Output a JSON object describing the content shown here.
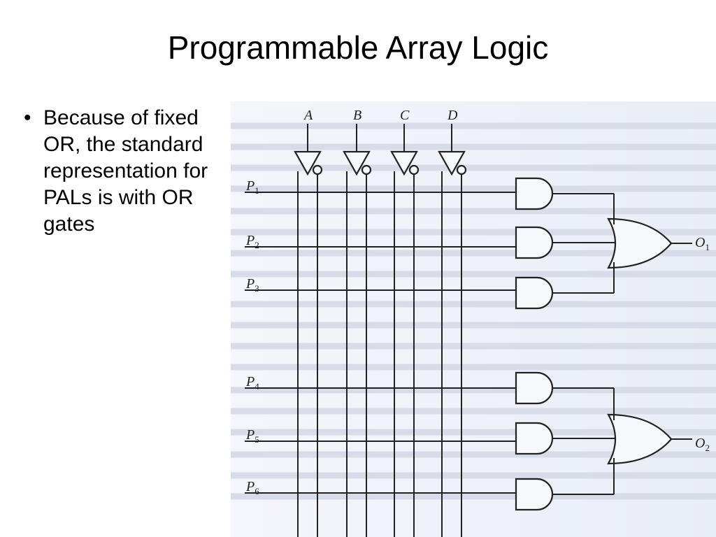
{
  "slide": {
    "title": "Programmable Array Logic",
    "bullets": [
      "Because of fixed OR, the standard representation for PALs is with OR gates"
    ]
  },
  "diagram": {
    "inputs": [
      "A",
      "B",
      "C",
      "D"
    ],
    "products": [
      "P1",
      "P2",
      "P3",
      "P4",
      "P5",
      "P6"
    ],
    "outputs": [
      "O1",
      "O2"
    ],
    "colors": {
      "background": "#eef1f8",
      "line": "#222222"
    }
  }
}
